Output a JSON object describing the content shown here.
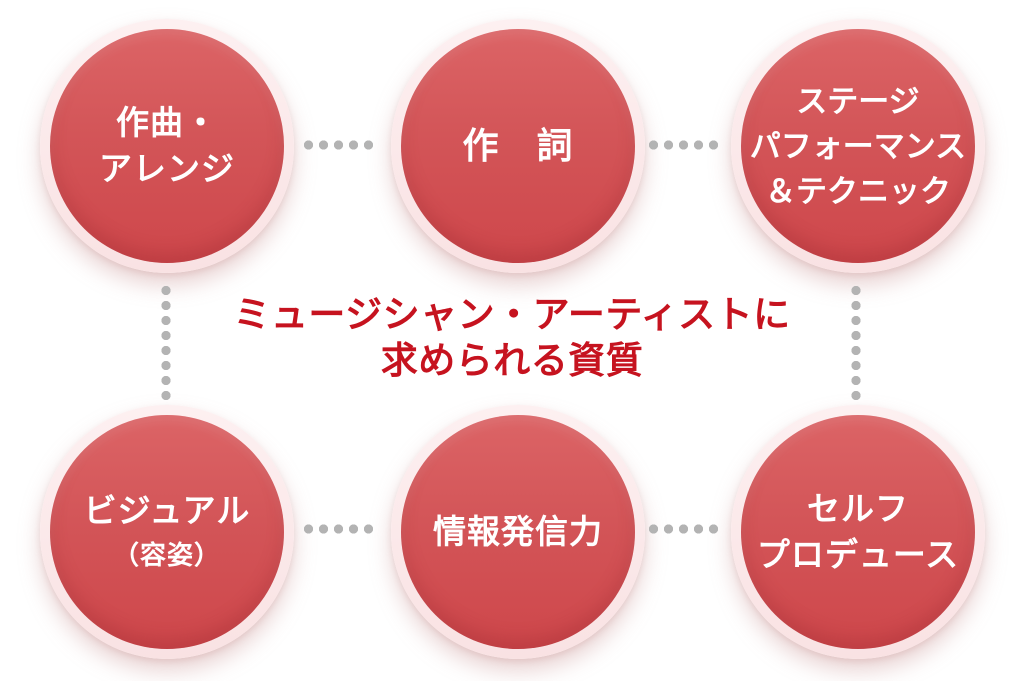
{
  "title": {
    "lines": [
      "ミュージシャン・アーティストに",
      "求められる資質"
    ]
  },
  "circles": [
    {
      "name": "composition-arrange",
      "lines": [
        "作曲・",
        "アレンジ"
      ]
    },
    {
      "name": "lyrics",
      "lines": [
        "作　詞"
      ]
    },
    {
      "name": "stage-performance",
      "lines": [
        "ステージ",
        "パフォーマンス",
        "＆テクニック"
      ]
    },
    {
      "name": "visual-appearance",
      "lines": [
        "ビジュアル",
        "（容姿）"
      ]
    },
    {
      "name": "information-power",
      "lines": [
        "情報発信力"
      ]
    },
    {
      "name": "self-produce",
      "lines": [
        "セルフ",
        "プロデュース"
      ]
    }
  ],
  "colors": {
    "background": "#ffffff",
    "circle_gradient_top": "#dc6466",
    "circle_gradient_bottom": "#ce474b",
    "circle_ring": "#f9e2e3",
    "circle_text": "#ffffff",
    "title_text": "#c6131f",
    "connector_dot": "#b3b3b3"
  }
}
